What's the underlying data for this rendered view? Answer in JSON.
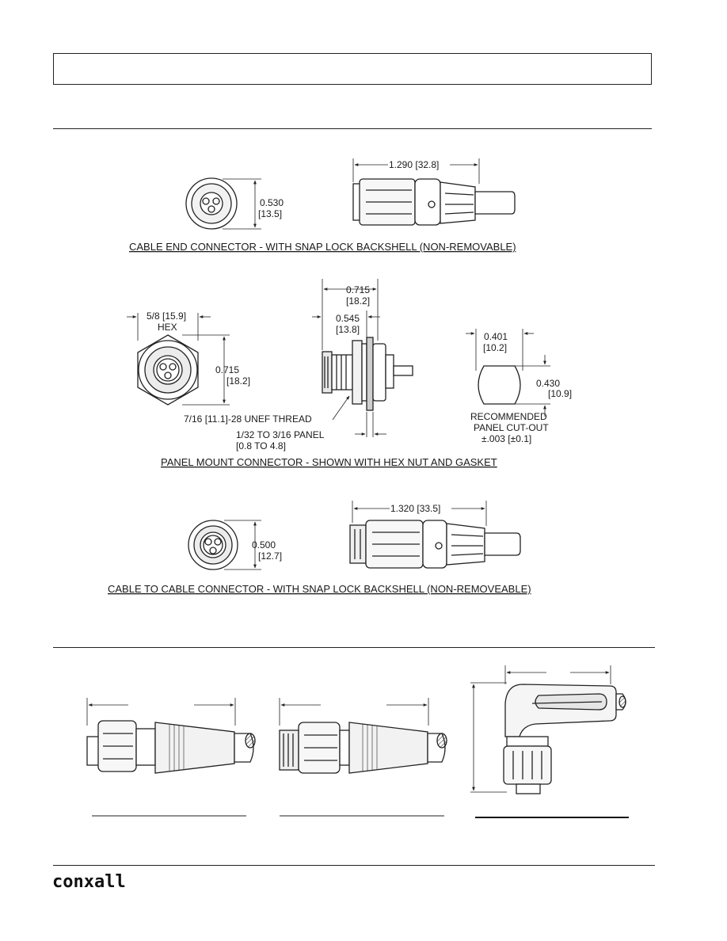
{
  "colors": {
    "line": "#222222",
    "fill_light": "#f2f2f2",
    "fill_mid": "#d9d9d9",
    "fill_dark": "#9a9a9a"
  },
  "cable_end": {
    "diameter_in": "0.530",
    "diameter_mm": "[13.5]",
    "length": "1.290 [32.8]",
    "caption": "CABLE END CONNECTOR - WITH SNAP LOCK BACKSHELL (NON-REMOVABLE)"
  },
  "panel_mount": {
    "hex_size": "5/8 [15.9]",
    "hex_label": "HEX",
    "height_in": "0.715",
    "height_mm": "[18.2]",
    "overall_in": "0.715",
    "overall_mm": "[18.2]",
    "body_in": "0.545",
    "body_mm": "[13.8]",
    "thread": "7/16 [11.1]-28 UNEF THREAD",
    "panel_range_in": "1/32 TO 3/16  PANEL",
    "panel_range_mm": "[0.8 TO 4.8]",
    "cutout_w_in": "0.401",
    "cutout_w_mm": "[10.2]",
    "cutout_h_in": "0.430",
    "cutout_h_mm": "[10.9]",
    "cutout_note_1": "RECOMMENDED",
    "cutout_note_2": "PANEL CUT-OUT",
    "cutout_note_3": "±.003 [±0.1]",
    "caption": "PANEL MOUNT CONNECTOR - SHOWN WITH HEX NUT AND GASKET"
  },
  "cable_to_cable": {
    "diameter_in": "0.500",
    "diameter_mm": "[12.7]",
    "length": "1.320 [33.5]",
    "caption": "CABLE TO CABLE CONNECTOR - WITH SNAP LOCK BACKSHELL (NON-REMOVEABLE)"
  },
  "footer": {
    "logo": "conxall"
  }
}
